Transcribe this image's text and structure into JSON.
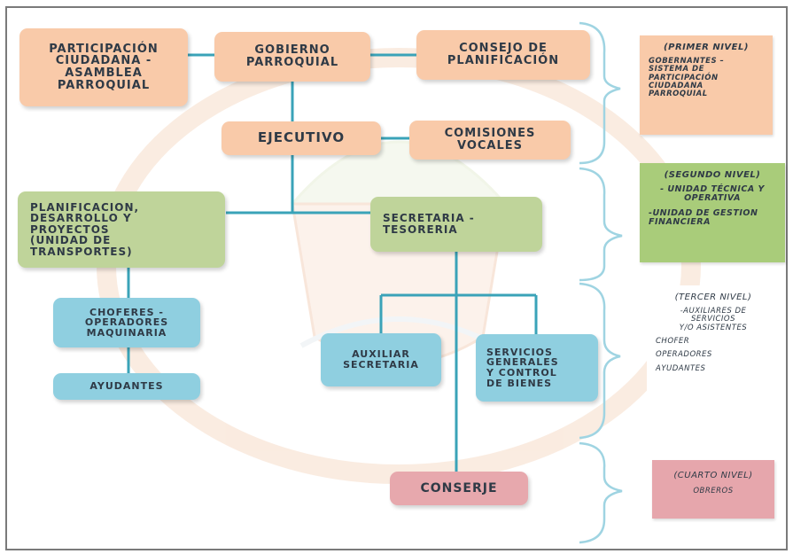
{
  "boxes": {
    "participacion": "PARTICIPACIÓN\nCIUDADANA -\nASAMBLEA\nPARROQUIAL",
    "gobierno": "GOBIERNO\nPARROQUIAL",
    "consejo": "CONSEJO DE\nPLANIFICACIÓN",
    "ejecutivo": "EJECUTIVO",
    "comisiones": "COMISIONES\nVOCALES",
    "planificacion": "PLANIFICACION,\nDESARROLLO Y\nPROYECTOS\n(UNIDAD DE\nTRANSPORTES)",
    "secretaria": "SECRETARIA -\nTESORERIA",
    "choferes": "CHOFERES -\nOPERADORES\nMAQUINARIA",
    "ayudantes": "AYUDANTES",
    "auxiliar": "AUXILIAR\nSECRETARIA",
    "servicios": "SERVICIOS\nGENERALES\nY CONTROL\nDE BIENES",
    "conserje": "CONSERJE"
  },
  "legend": {
    "primer": {
      "title": "(PRIMER NIVEL)",
      "body": "GOBERNANTES –\nSISTEMA DE\nPARTICIPACIÓN\nCIUDADANA\nPARROQUIAL"
    },
    "segundo": {
      "title": "(SEGUNDO NIVEL)",
      "line1": "- UNIDAD TÉCNICA Y\nOPERATIVA",
      "line2": "-UNIDAD DE GESTION\nFINANCIERA"
    },
    "tercer": {
      "title": "(TERCER NIVEL)",
      "line1": "-AUXILIARES DE\nSERVICIOS\nY/O ASISTENTES",
      "line2": "CHOFER",
      "line3": "OPERADORES",
      "line4": "AYUDANTES"
    },
    "cuarto": {
      "title": "(CUARTO NIVEL)",
      "body": "OBREROS"
    }
  },
  "colors": {
    "peach": "#f9caa9",
    "green": "#bfd49a",
    "blue": "#8fcfe0",
    "pink": "#e7a8ad",
    "connector": "#3aa3b8",
    "bracket": "#9fd4e2",
    "watermark": "#f5d9c4"
  }
}
